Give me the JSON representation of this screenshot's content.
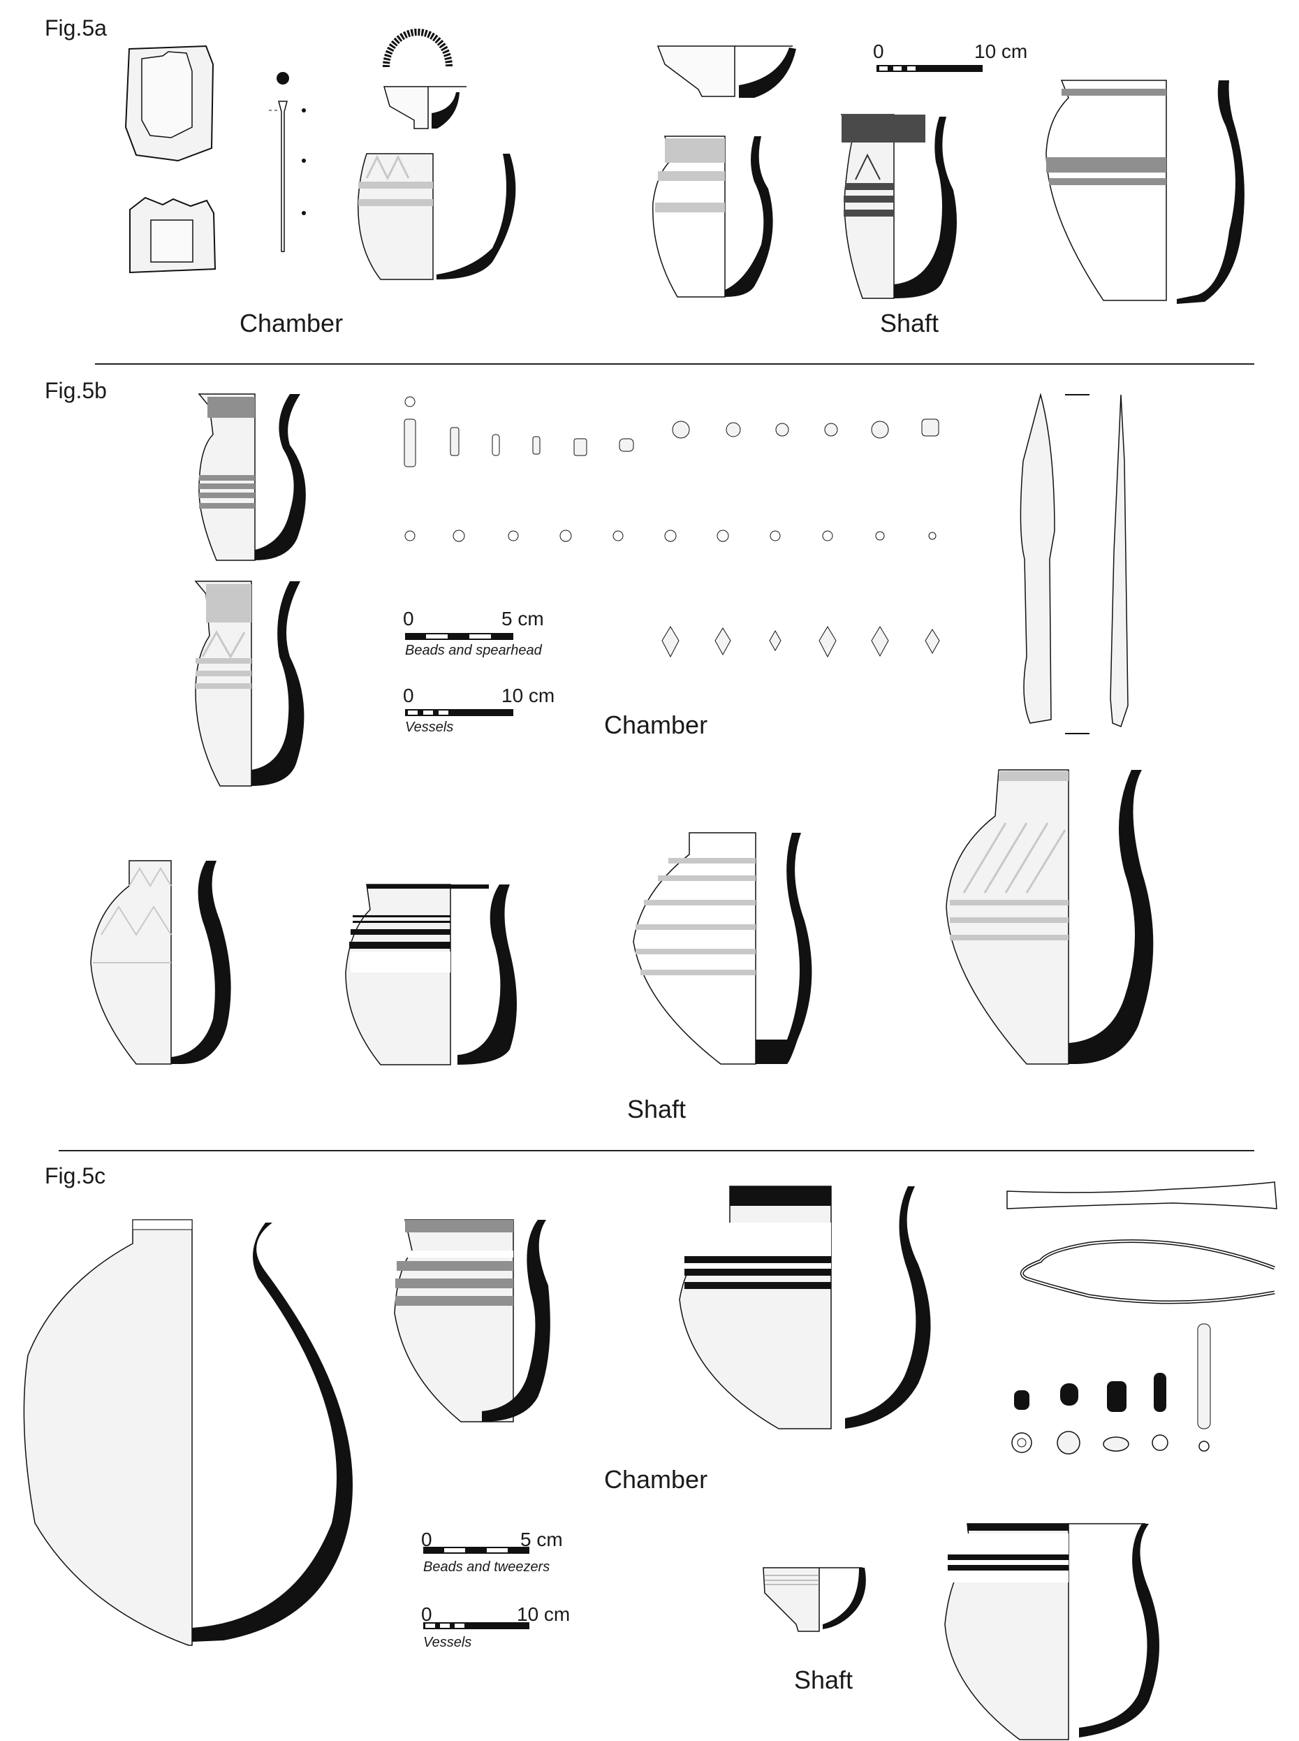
{
  "figures": [
    {
      "label": "Fig.5a",
      "sections": [
        {
          "label": "Chamber",
          "items": [
            "stone-mould-front",
            "stone-mould-side",
            "pin",
            "ring-fragment",
            "pedestal-bowl",
            "painted-jar"
          ]
        },
        {
          "label": "Shaft",
          "items": [
            "footed-bowl",
            "jar-grey-bands",
            "jar-dark-neck-chevrons",
            "large-jar-grey-bands"
          ]
        }
      ],
      "scale": {
        "start": "0",
        "end": "10 cm"
      }
    },
    {
      "label": "Fig.5b",
      "sections": [
        {
          "label": "Chamber",
          "items": [
            "jug-grey-bands",
            "jug-light-chevrons",
            "beads-row-1",
            "beads-row-2",
            "beads-row-3",
            "spearhead"
          ]
        },
        {
          "label": "Shaft",
          "items": [
            "jar-light-chevrons",
            "jar-black-bands",
            "jar-light-bands",
            "large-jar-hatched"
          ]
        }
      ],
      "scales": [
        {
          "start": "0",
          "end": "5 cm",
          "caption": "Beads and spearhead"
        },
        {
          "start": "0",
          "end": "10 cm",
          "caption": "Vessels"
        }
      ]
    },
    {
      "label": "Fig.5c",
      "sections": [
        {
          "label": "Chamber",
          "items": [
            "large-ovoid-jar",
            "jar-grey-bands",
            "jar-black-bands",
            "tweezers-closed",
            "tweezers-open",
            "beads"
          ]
        },
        {
          "label": "Shaft",
          "items": [
            "small-footed-bowl",
            "jar-two-black-bands"
          ]
        }
      ],
      "scales": [
        {
          "start": "0",
          "end": "5 cm",
          "caption": "Beads and tweezers"
        },
        {
          "start": "0",
          "end": "10 cm",
          "caption": "Vessels"
        }
      ]
    }
  ],
  "colors": {
    "ink": "#111111",
    "paint_light": "#c8c8c8",
    "paint_mid": "#8f8f8f",
    "paint_dark": "#4a4a4a",
    "stipple": "#f3f3f3"
  }
}
